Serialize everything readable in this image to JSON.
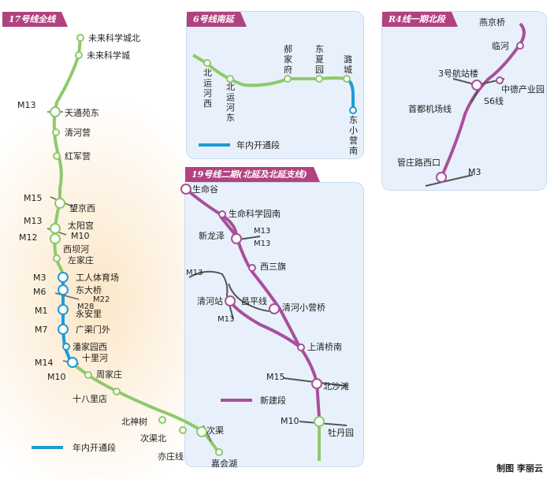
{
  "colors": {
    "line17_planned": "#8fc96a",
    "line17_open": "#1f9ad6",
    "newbuild": "#a8509a",
    "other_line": "#555555",
    "tag_bg": "#b2427f"
  },
  "panel17": {
    "title": "17号线全线",
    "stations": [
      "未来科学城北",
      "未来科学城",
      "天通苑东",
      "清河营",
      "红军营",
      "望京西",
      "太阳宫",
      "西坝河",
      "左家庄",
      "工人体育场",
      "东大桥",
      "永安里",
      "广渠门外",
      "潘家园西",
      "十里河",
      "周家庄",
      "十八里店",
      "北神树",
      "次渠北",
      "次渠",
      "亦庄线",
      "嘉会湖"
    ],
    "transfers": [
      "M13",
      "M15",
      "M13",
      "M10",
      "M12",
      "M3",
      "M6",
      "M28",
      "M22",
      "M1",
      "M7",
      "M14",
      "M10"
    ],
    "legend": "年内开通段"
  },
  "panel6": {
    "title": "6号线南延",
    "stations": [
      "北运河西",
      "北运河东",
      "郝家府",
      "东夏园",
      "潞城",
      "东小营南"
    ],
    "legend": "年内开通段"
  },
  "panelR4": {
    "title": "R4线一期北段",
    "stations": [
      "燕京桥",
      "临河",
      "3号航站楼",
      "中德产业园",
      "S6线",
      "首都机场线",
      "管庄路西口",
      "M3"
    ]
  },
  "panel19": {
    "title": "19号线二期(北延及北延支线)",
    "stations": [
      "生命谷",
      "生命科学园南",
      "新龙泽",
      "西三旗",
      "清河站",
      "昌平线",
      "清河小营桥",
      "上清桥南",
      "北沙滩",
      "牡丹园"
    ],
    "transfers": [
      "M13",
      "M13",
      "M13",
      "M13",
      "M15",
      "M10"
    ],
    "legend": "新建段"
  },
  "credit": "制图  李丽云"
}
